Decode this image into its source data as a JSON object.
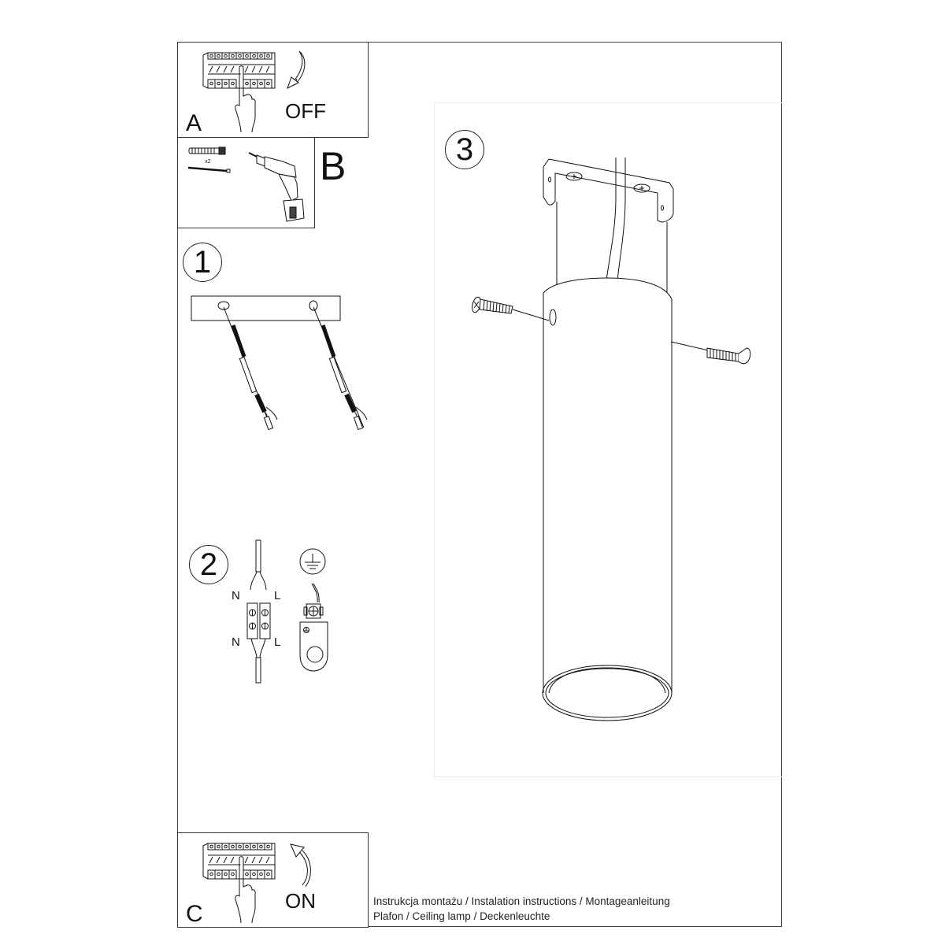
{
  "document": {
    "type": "Installation instructions sheet",
    "step_a": {
      "label": "A",
      "action": "OFF",
      "icon": "circuit-breaker-hand-icon"
    },
    "step_b": {
      "label": "B",
      "multiplier": "x2",
      "tools": [
        "wall-plug-and-screw-icon",
        "power-drill-icon"
      ]
    },
    "step_1": {
      "number": "1",
      "illustration": "mounting-plate-screws-icon"
    },
    "step_2": {
      "number": "2",
      "wire_labels": {
        "top_left": "N",
        "top_right": "L",
        "bottom_left": "N",
        "bottom_right": "L"
      },
      "ground_symbol": "earth-ground-icon"
    },
    "step_3": {
      "number": "3",
      "illustration": "cylinder-lamp-assembly-icon"
    },
    "step_c": {
      "label": "C",
      "action": "ON",
      "icon": "circuit-breaker-hand-icon"
    },
    "footer": {
      "line1": "Instrukcja montażu / Instalation instructions / Montageanleitung",
      "line2": "Plafon / Ceiling lamp / Deckenleuchte"
    }
  }
}
